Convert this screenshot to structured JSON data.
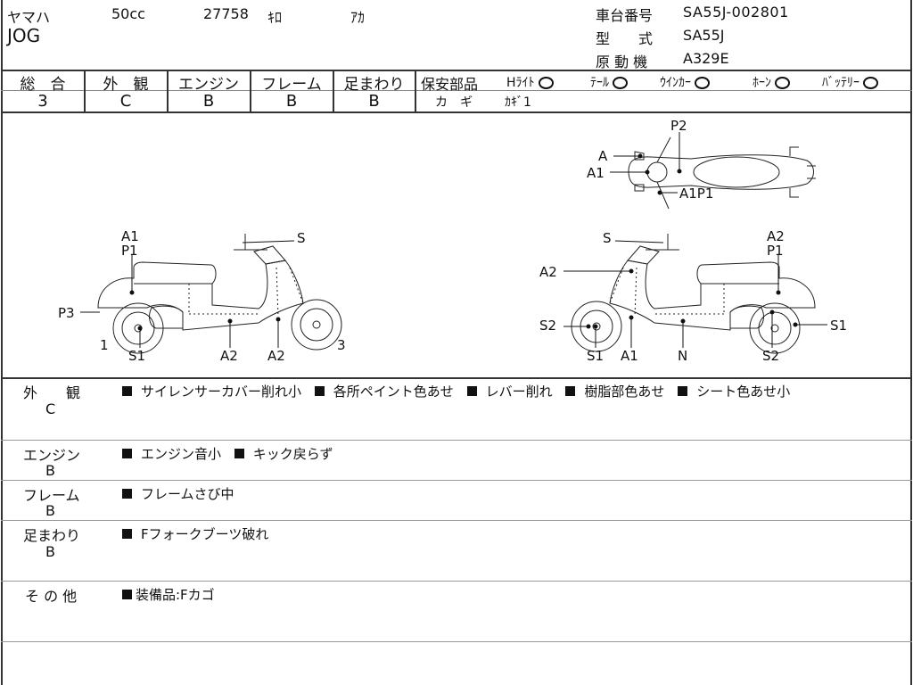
{
  "header": {
    "maker": "ヤマハ",
    "displacement": "50cc",
    "mileage": "27758",
    "mileage_unit": "ｷﾛ",
    "color": "ｱｶ",
    "model_name": "JOG",
    "frame_label": "車台番号",
    "frame_no": "SA55J-002801",
    "type_label": "型　　式",
    "type_value": "SA55J",
    "engine_label": "原 動 機",
    "engine_value": "A329E"
  },
  "grades": {
    "overall": {
      "label": "総　合",
      "value": "3"
    },
    "exterior": {
      "label": "外　観",
      "value": "C"
    },
    "engine": {
      "label": "エンジン",
      "value": "B"
    },
    "frame": {
      "label": "フレーム",
      "value": "B"
    },
    "suspension": {
      "label": "足まわり",
      "value": "B"
    }
  },
  "safety": {
    "label": "保安部品",
    "items": [
      {
        "label": "Hﾗｲﾄ",
        "status": "O"
      },
      {
        "label": "ﾃｰﾙ",
        "status": "O"
      },
      {
        "label": "ｳｲﾝｶｰ",
        "status": "O"
      },
      {
        "label": "ﾎｰﾝ",
        "status": "O"
      },
      {
        "label": "ﾊﾞｯﾃﾘｰ",
        "status": "O"
      }
    ],
    "key_label": "カ　ギ",
    "key_value": "ｶｷﾞ1"
  },
  "diagram": {
    "left_view": {
      "labels": [
        "A1",
        "P1",
        "S",
        "P3",
        "1",
        "S1",
        "A2",
        "A2",
        "3"
      ]
    },
    "right_view": {
      "labels": [
        "S",
        "A2",
        "P1",
        "A2",
        "S2",
        "S1",
        "A1",
        "N",
        "S2",
        "S1"
      ]
    },
    "top_view": {
      "labels": [
        "P2",
        "A",
        "A1",
        "A1P1"
      ]
    }
  },
  "notes": [
    {
      "label": "外　　観",
      "grade": "C",
      "items": [
        "サイレンサーカバー削れ小",
        "各所ペイント色あせ",
        "レバー削れ",
        "樹脂部色あせ",
        "シート色あせ小"
      ]
    },
    {
      "label": "エンジン",
      "grade": "B",
      "items": [
        "エンジン音小",
        "キック戻らず"
      ]
    },
    {
      "label": "フレーム",
      "grade": "B",
      "items": [
        "フレームさび中"
      ]
    },
    {
      "label": "足まわり",
      "grade": "B",
      "items": [
        "Fフォークブーツ破れ"
      ]
    },
    {
      "label": "そ の 他",
      "grade": "",
      "items": [
        "装備品:Fカゴ"
      ]
    }
  ]
}
